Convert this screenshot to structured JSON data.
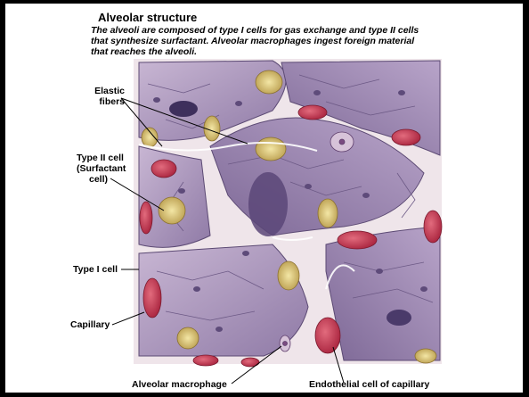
{
  "header": {
    "title": "Alveolar structure",
    "subtitle": "The alveoli are composed of type I cells for gas exchange and type II cells that synthesize surfactant.  Alveolar macrophages ingest foreign material that reaches the alveoli."
  },
  "labels": {
    "elastic_fibers_1": "Elastic",
    "elastic_fibers_2": "fibers",
    "type2_1": "Type II cell",
    "type2_2": "(Surfactant",
    "type2_3": "cell)",
    "type1": "Type I cell",
    "capillary": "Capillary",
    "macrophage": "Alveolar macrophage",
    "endothelial": "Endothelial cell of capillary"
  },
  "colors": {
    "background": "#000000",
    "page": "#ffffff",
    "alveolar_wall": "#b9a2c6",
    "alveolus_dark": "#6d5a8a",
    "capillary_red": "#c0304a",
    "type2_yellow": "#d8c27a",
    "interstitium": "#f1e6ea"
  }
}
